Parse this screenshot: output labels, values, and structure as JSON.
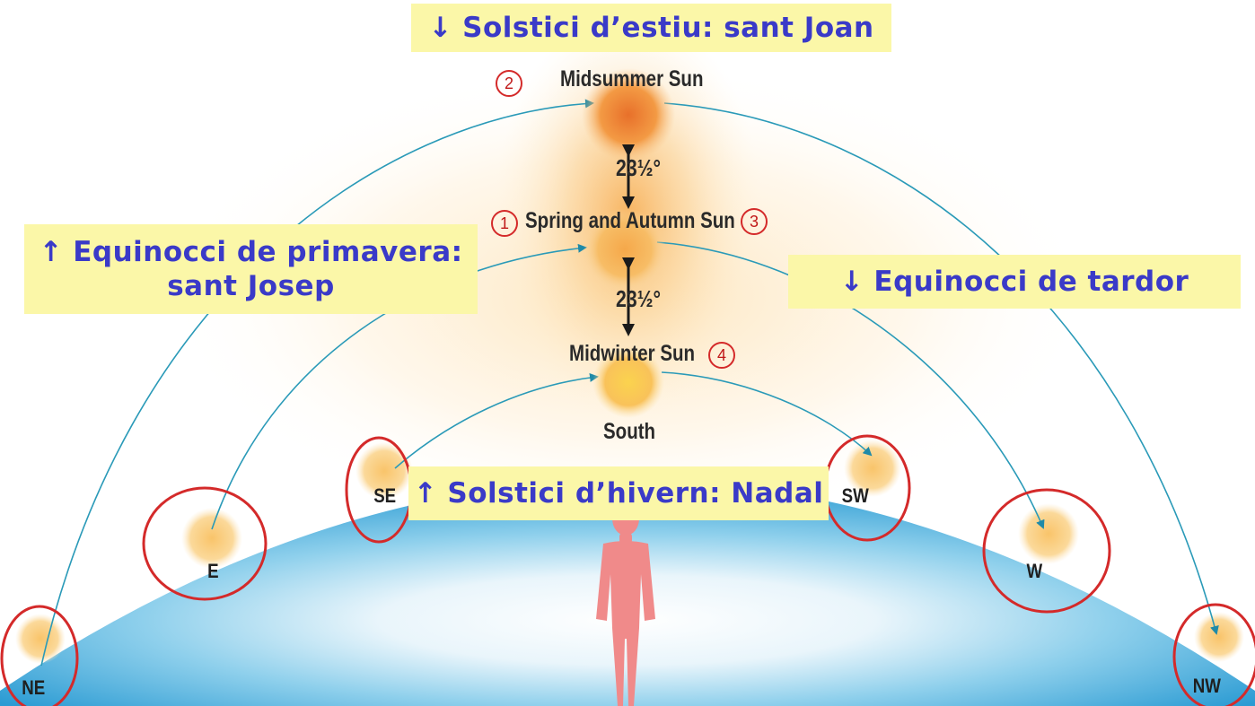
{
  "banners": {
    "summer": "↓ Solstici d’estiu: sant Joan",
    "spring_line1": "↑ Equinocci de primavera:",
    "spring_line2": "sant Josep",
    "autumn": "↓ Equinocci de tardor",
    "winter": "↑ Solstici d’hivern: Nadal"
  },
  "sun_labels": {
    "midsummer": "Midsummer Sun",
    "spring_autumn": "Spring and Autumn Sun",
    "midwinter": "Midwinter Sun",
    "south": "South"
  },
  "angles": {
    "upper": "23½°",
    "lower": "23½°"
  },
  "markers": {
    "m1": "1",
    "m2": "2",
    "m3": "3",
    "m4": "4"
  },
  "directions": {
    "ne": "NE",
    "e": "E",
    "se": "SE",
    "sw": "SW",
    "w": "W",
    "nw": "NW"
  },
  "colors": {
    "banner_bg": "#fbf7a8",
    "banner_text": "#3a3ac8",
    "sky_blue": "#3aa8d8",
    "arc_line": "#2a9ab8",
    "circle_red": "#d42a2a",
    "sun_orange": "#f08a2a",
    "person": "#f08a8a"
  }
}
